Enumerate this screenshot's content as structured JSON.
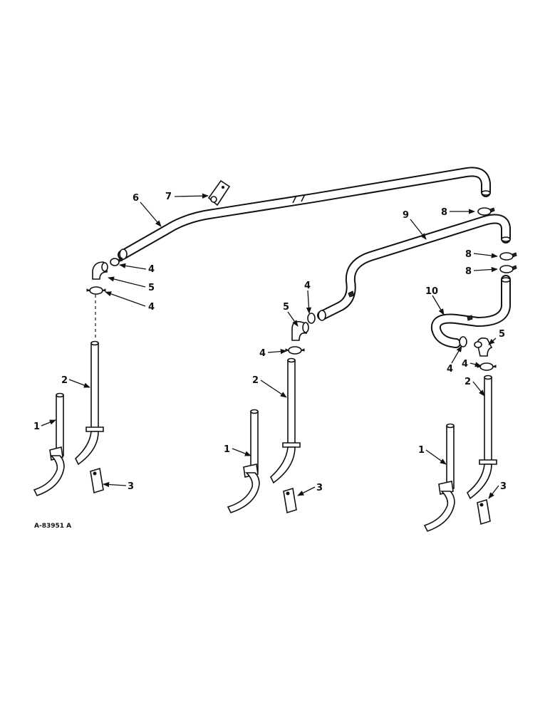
{
  "diagram": {
    "reference_code": "A-83951 A",
    "callout_numbers": [
      "1",
      "2",
      "3",
      "4",
      "5",
      "6",
      "7",
      "8",
      "9",
      "10"
    ]
  }
}
